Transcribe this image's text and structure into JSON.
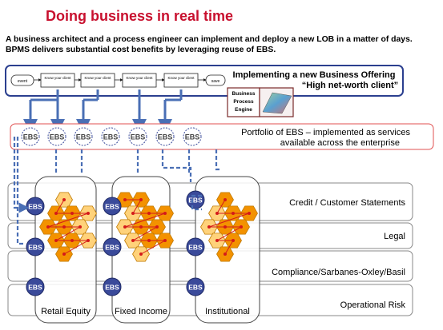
{
  "title": "Doing business in real time",
  "subtitle": {
    "line1": "A business architect and a process engineer can implement and deploy a new LOB in a matter of days.",
    "line2": "BPMS delivers substantial cost benefits by leveraging reuse of EBS."
  },
  "process": {
    "start_label": "event",
    "steps": [
      "Know your client",
      "Know your client",
      "Know your client",
      "Know your client"
    ],
    "end_label": "save"
  },
  "offering": {
    "line1": "Implementing  a new Business Offering",
    "line2": "“High net-worth client”"
  },
  "engine": {
    "line1": "Business",
    "line2": "Process",
    "line3": "Engine"
  },
  "portfolio": {
    "ebs_label": "EBS",
    "ebs_count": 7,
    "line1": "Portfolio of EBS – implemented as services",
    "line2": "available across the enterprise"
  },
  "layers": [
    "Credit / Customer Statements",
    "Legal",
    "Compliance/Sarbanes-Oxley/Basil",
    "Operational Risk"
  ],
  "units": [
    "Retail Equity",
    "Fixed Income",
    "Institutional"
  ],
  "colors": {
    "title": "#c8102e",
    "border_blue": "#2b3f8f",
    "ebs_fill": "#3a4a9a",
    "hex_light": "#ffd27a",
    "hex_dark": "#f39200",
    "link_red": "#d41a1a",
    "arrow_blue": "#4a6fb5",
    "portfolio_border": "#e05050"
  }
}
